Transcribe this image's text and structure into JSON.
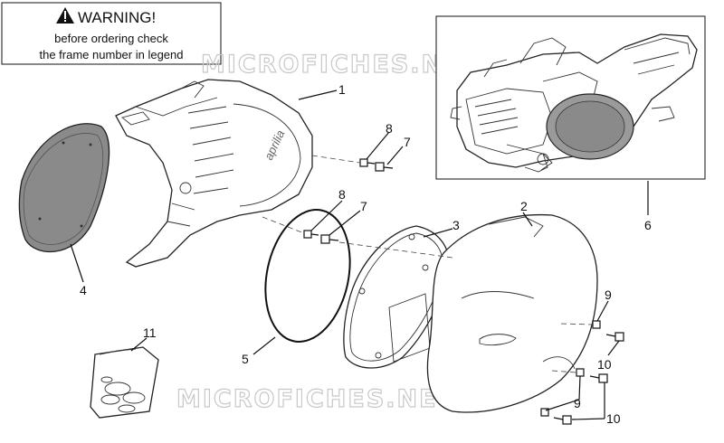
{
  "warning": {
    "title": "WARNING!",
    "line1": "before ordering check",
    "line2": "the frame number in legend"
  },
  "watermark": {
    "text": "MICROFICHES.NET"
  },
  "callouts": {
    "c1": "1",
    "c2": "2",
    "c3": "3",
    "c4": "4",
    "c5": "5",
    "c6": "6",
    "c7a": "7",
    "c7b": "7",
    "c8a": "8",
    "c8b": "8",
    "c9a": "9",
    "c9b": "9",
    "c10a": "10",
    "c10b": "10",
    "c11": "11"
  },
  "cover_brand": "aprilia",
  "colors": {
    "line": "#111111",
    "screen_fill": "#8a8a8a",
    "watermark": "#c8c8c8"
  }
}
